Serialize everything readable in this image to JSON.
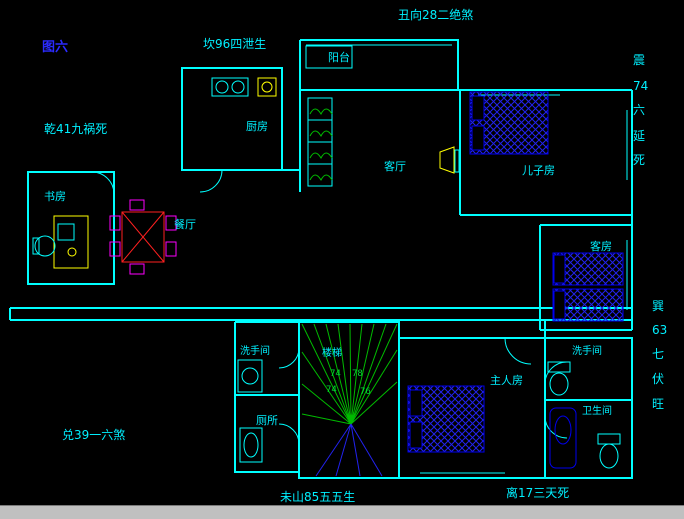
{
  "title": "图六",
  "annotations": {
    "top": "丑向28二绝煞",
    "kan": "坎96四泄生",
    "qian": "乾41九祸死",
    "dui": "兑39一六煞",
    "weishan": "未山85五五生",
    "li": "离17三天死",
    "side_right_top": [
      "震",
      "74",
      "六",
      "延",
      "死"
    ],
    "side_right_bottom": [
      "巽",
      "63",
      "七",
      "伏",
      "旺"
    ]
  },
  "rooms": {
    "balcony": "阳台",
    "kitchen": "厨房",
    "living": "客厅",
    "son": "儿子房",
    "study": "书房",
    "dining": "餐厅",
    "guest": "客房",
    "washroom_left": "洗手间",
    "toilet": "厕所",
    "stairs": "楼梯",
    "master": "主人房",
    "washroom_right": "洗手间",
    "bathroom": "卫生间"
  },
  "stair_numbers": [
    "74",
    "78",
    "74",
    "76"
  ],
  "colors": {
    "background": "#000000",
    "wall": "#00ffff",
    "bed": "#0000ee",
    "stair_lines": "#00bb00",
    "dining_table": "#ff2020",
    "dining_chairs": "#ff00ff",
    "desk": "#ffff00",
    "title_text": "#2b2bff",
    "scrollbar": "#c0c0c0"
  }
}
